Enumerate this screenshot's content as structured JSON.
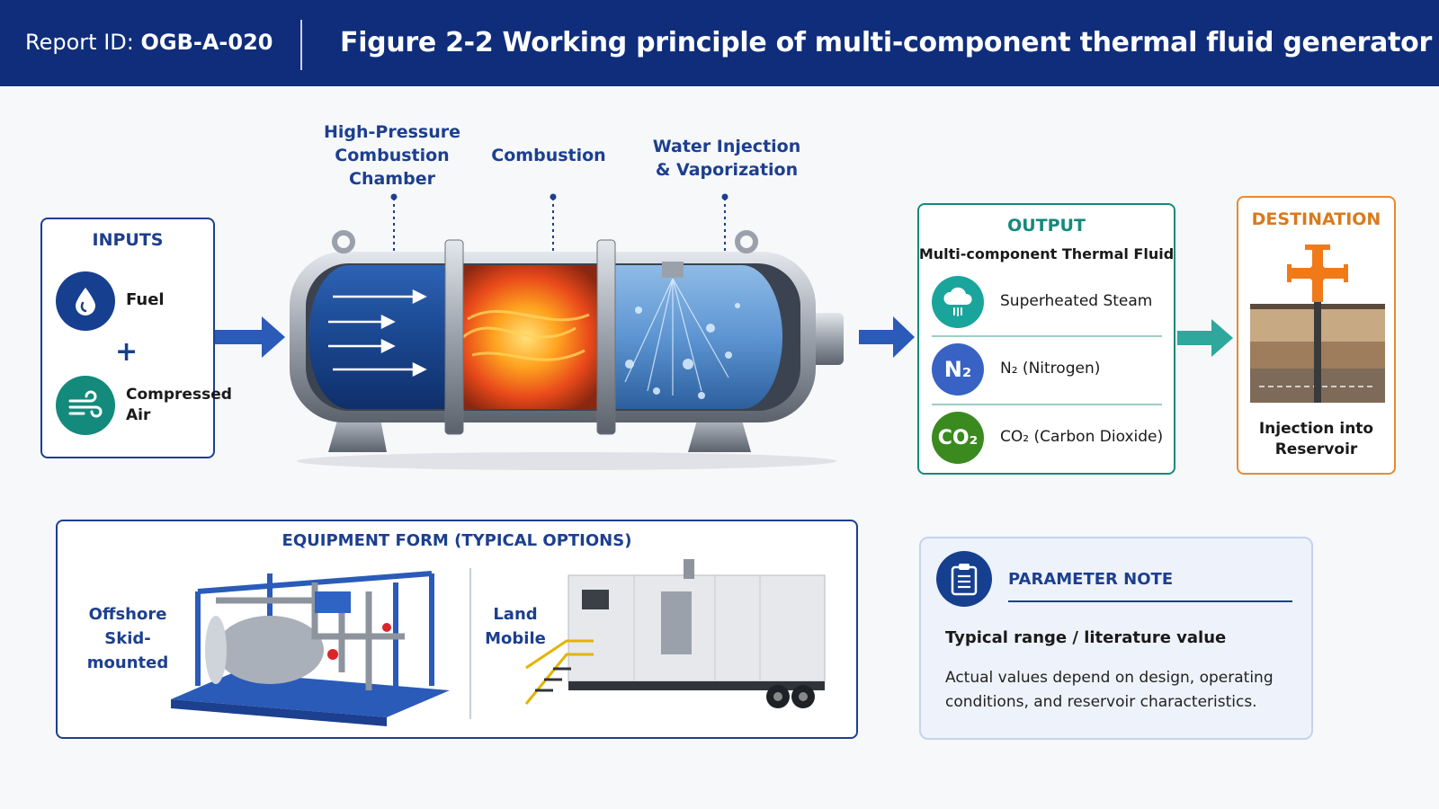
{
  "header": {
    "report_id_label": "Report ID:",
    "report_id": "OGB-A-020",
    "figure_title": "Figure 2-2  Working principle of multi-component thermal fluid generator",
    "background_color": "#0f2d7a"
  },
  "inputs": {
    "title": "INPUTS",
    "fuel_label": "Fuel",
    "plus": "+",
    "air_label": "Compressed Air",
    "fuel_icon": "droplet-icon",
    "air_icon": "wind-icon"
  },
  "chamber": {
    "labels": {
      "high_pressure": "High-Pressure Combustion Chamber",
      "combustion": "Combustion",
      "water": "Water Injection & Vaporization"
    },
    "stage_colors": {
      "air": "#1f4f9f",
      "flame": "#e8561a",
      "water": "#6aa6dc"
    }
  },
  "output": {
    "title": "OUTPUT",
    "subtitle": "Multi-component Thermal Fluid",
    "items": [
      {
        "icon_text": "",
        "icon": "steam-cloud-icon",
        "label": "Superheated Steam",
        "color": "#1aa59c"
      },
      {
        "icon_text": "N₂",
        "label": "N₂ (Nitrogen)",
        "color": "#3863c4"
      },
      {
        "icon_text": "CO₂",
        "label": "CO₂ (Carbon Dioxide)",
        "color": "#3a8a1f"
      }
    ],
    "border_color": "#138a7c"
  },
  "destination": {
    "title": "DESTINATION",
    "label": "Injection into Reservoir",
    "border_color": "#e88a30",
    "icon": "wellhead-icon"
  },
  "equipment": {
    "title": "EQUIPMENT FORM (TYPICAL OPTIONS)",
    "offshore_label": "Offshore Skid-mounted",
    "land_label": "Land Mobile"
  },
  "parameter_note": {
    "title": "PARAMETER NOTE",
    "subtitle": "Typical range / literature value",
    "body": "Actual values depend on design, operating conditions, and reservoir characteristics.",
    "icon": "clipboard-icon"
  }
}
